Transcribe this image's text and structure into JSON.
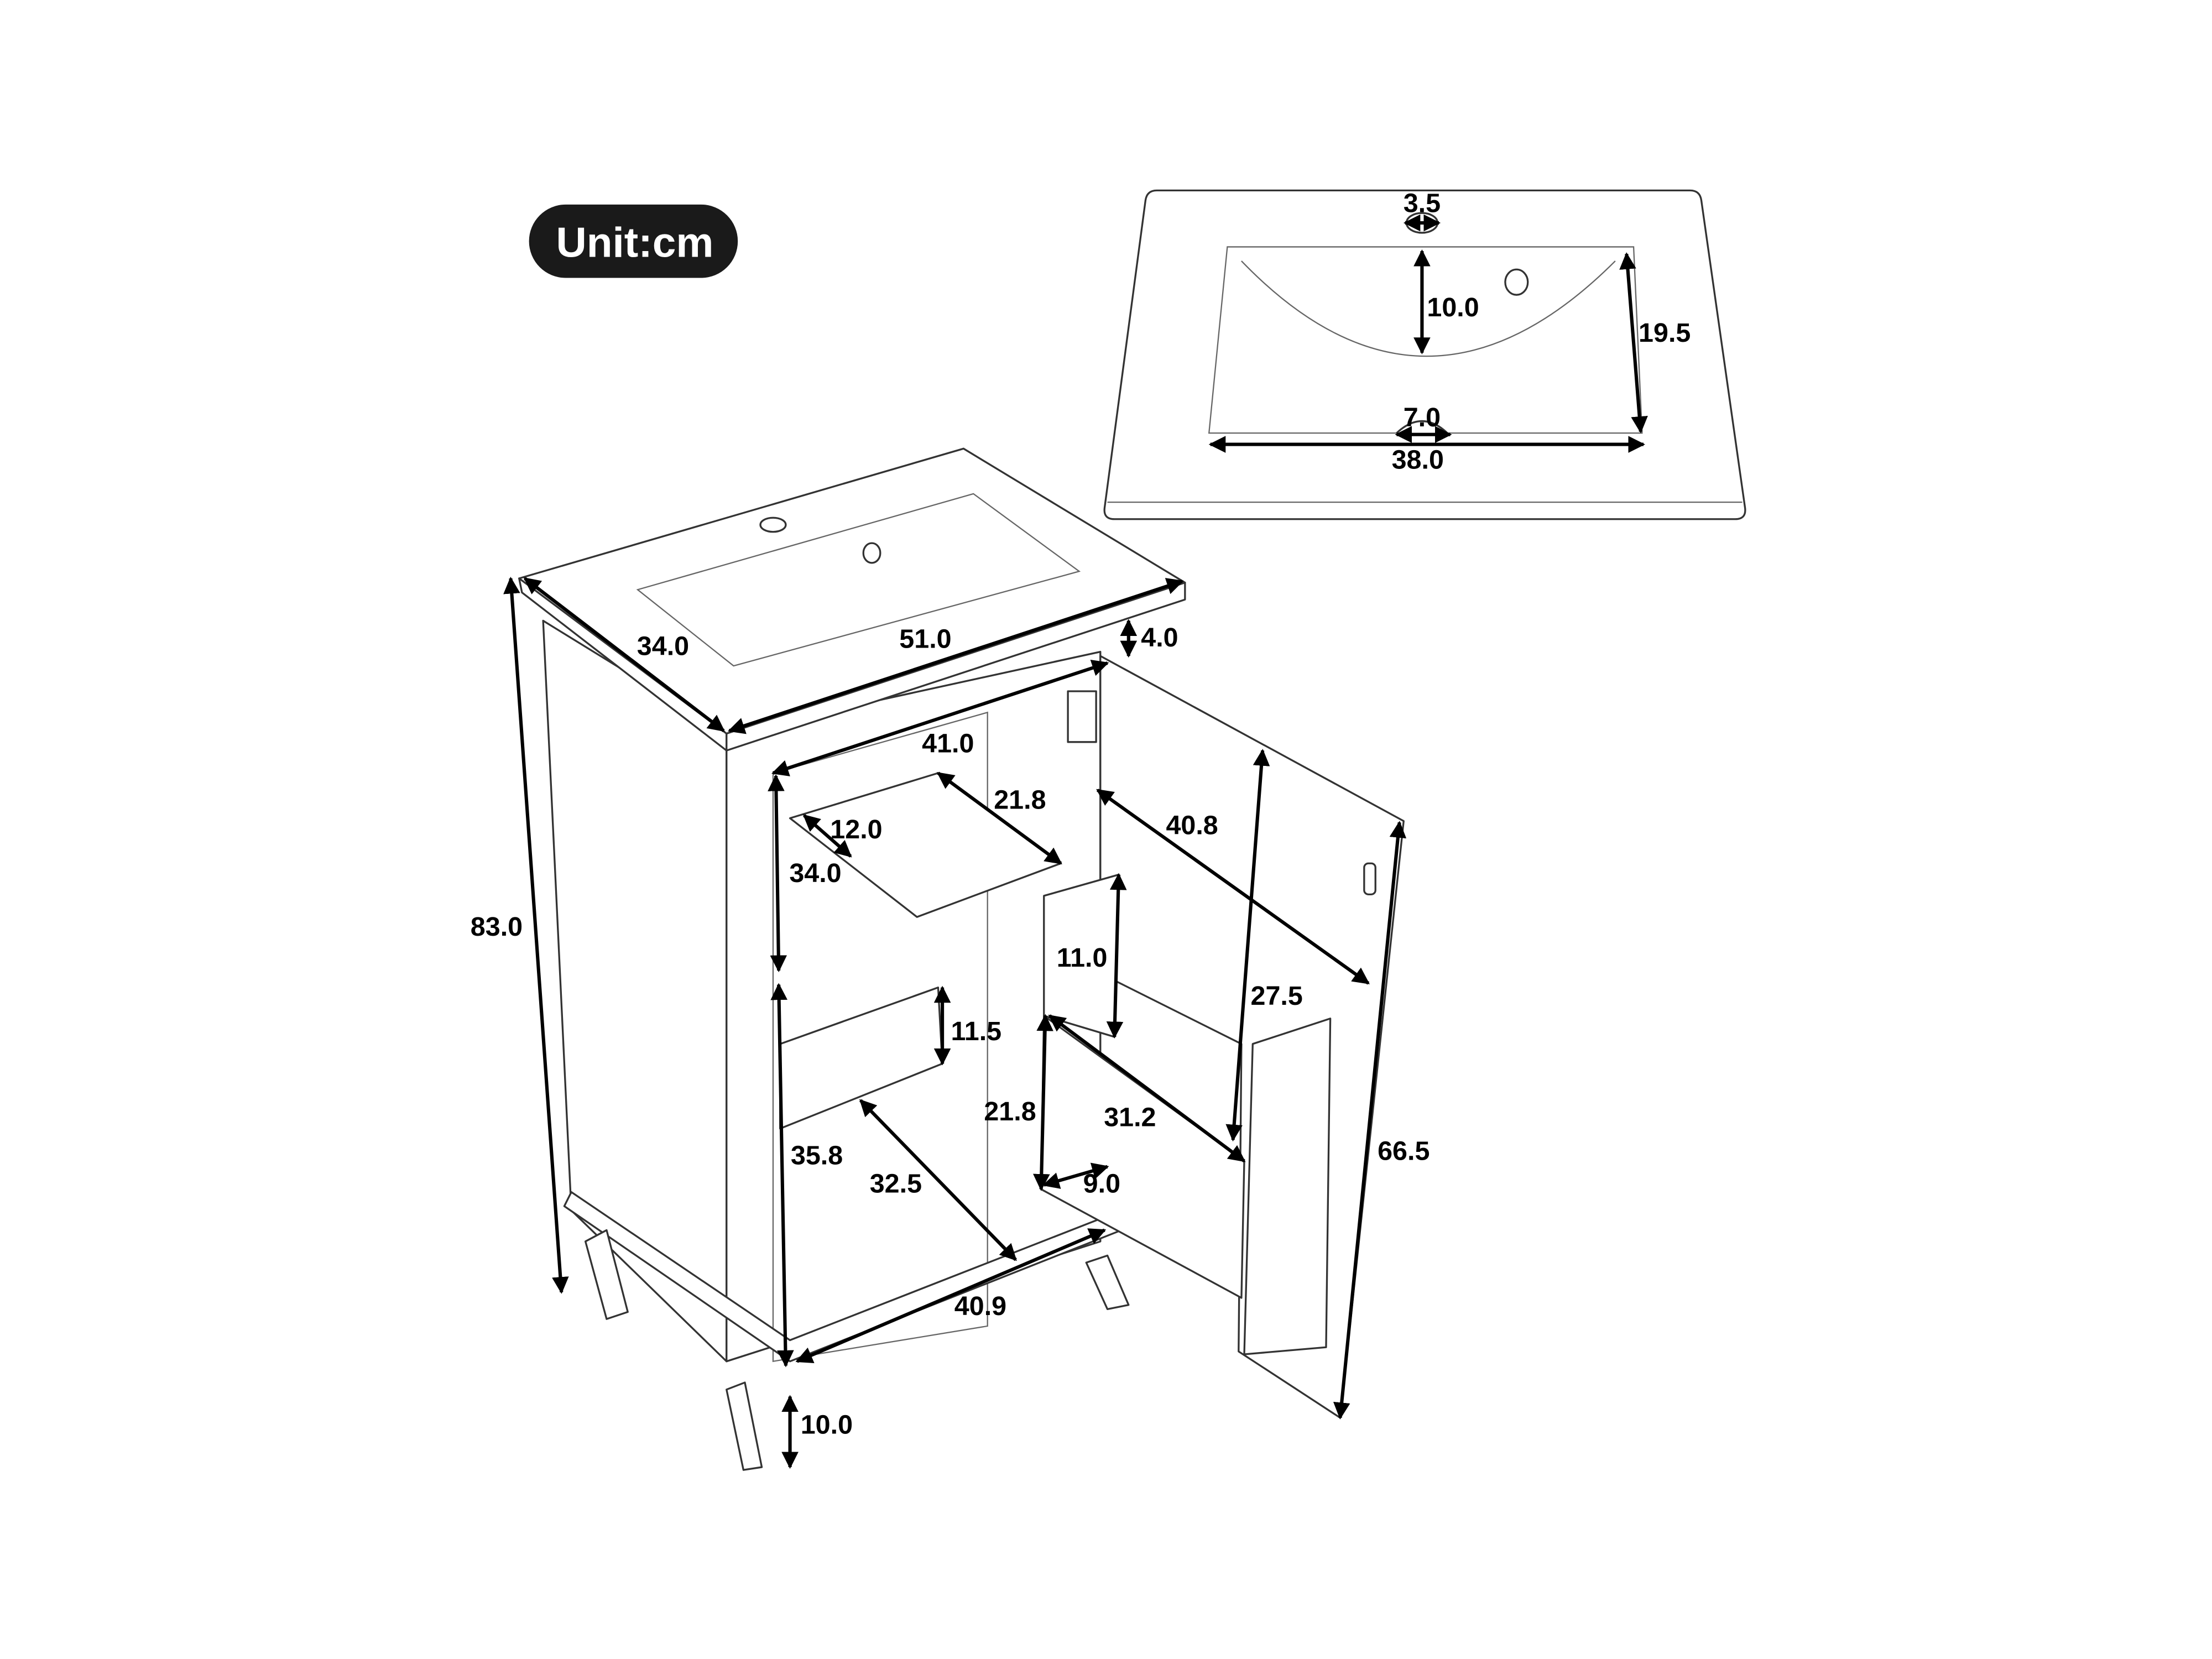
{
  "unit_badge": {
    "text": "Unit:cm",
    "color": "#1a1a1a"
  },
  "sink_top_view": {
    "labels": {
      "faucet_hole": "3.5",
      "basin_depth": "10.0",
      "basin_length": "19.5",
      "drain": "7.0",
      "basin_width": "38.0"
    }
  },
  "cabinet": {
    "labels": {
      "total_height": "83.0",
      "top_depth": "34.0",
      "top_width": "51.0",
      "top_thickness": "4.0",
      "inner_width": "41.0",
      "upper_shelf_depth": "21.8",
      "shelf_lip": "12.0",
      "upper_height": "34.0",
      "door_diagonal": "40.8",
      "door_shelf_upper_height": "11.0",
      "door_inner_height": "27.5",
      "lower_back_height": "11.5",
      "door_shelf_lower_height": "21.8",
      "door_shelf_width": "31.2",
      "lower_height": "35.8",
      "door_height": "66.5",
      "bottom_depth": "32.5",
      "door_shelf_depth": "9.0",
      "bottom_width": "40.9",
      "leg_height": "10.0"
    }
  }
}
